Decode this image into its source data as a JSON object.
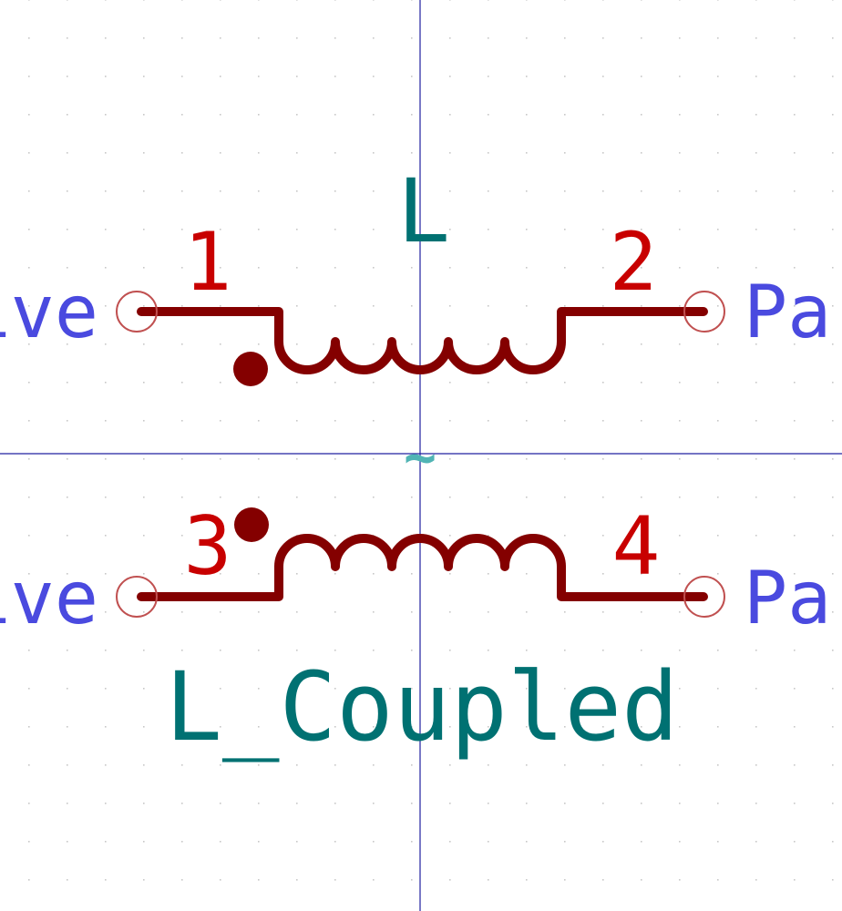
{
  "symbol": {
    "reference": "L",
    "value": "L_Coupled",
    "coupling_mark": "~"
  },
  "pins": [
    {
      "number": "1",
      "type_label": "ive"
    },
    {
      "number": "2",
      "type_label": "Pa"
    },
    {
      "number": "3",
      "type_label": "ive"
    },
    {
      "number": "4",
      "type_label": "Pa"
    }
  ],
  "colors": {
    "body": "#840000",
    "pin_number": "#c80000",
    "pin_end": "#c05050",
    "pin_type": "#4a4adf",
    "field_text": "#007172",
    "coupling": "#50b4b4",
    "axis": "#2020a0",
    "grid": "#c8c8c8",
    "background": "#ffffff"
  }
}
